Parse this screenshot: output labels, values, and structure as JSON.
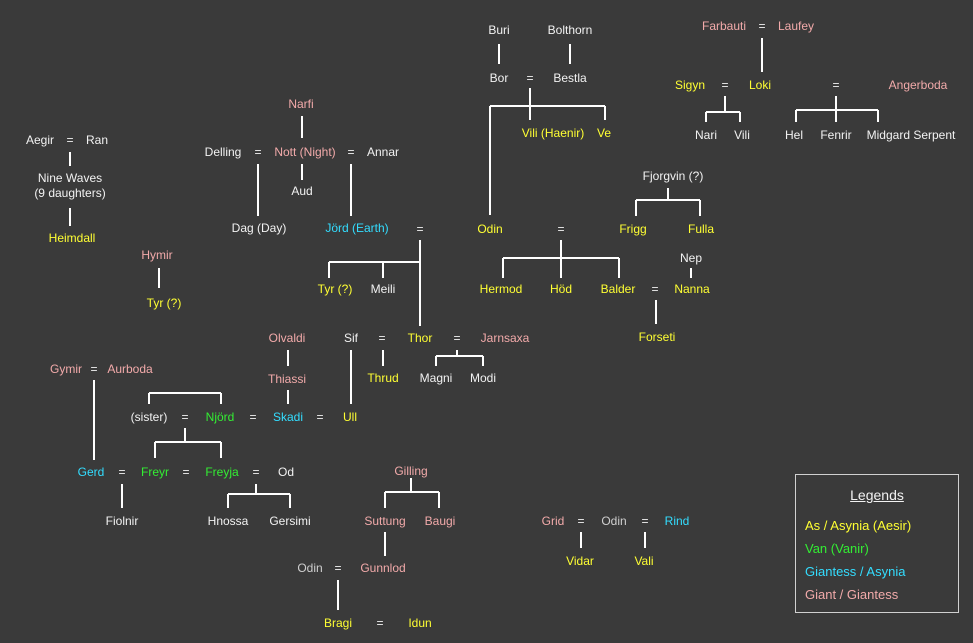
{
  "nodes": {
    "buri": "Buri",
    "bolthorn": "Bolthorn",
    "bor": "Bor",
    "bestla": "Bestla",
    "vili_haenir": "Vili (Haenir)",
    "ve": "Ve",
    "farbauti": "Farbauti",
    "laufey": "Laufey",
    "sigyn": "Sigyn",
    "loki": "Loki",
    "angerboda": "Angerboda",
    "nari": "Nari",
    "vili": "Vili",
    "hel": "Hel",
    "fenrir": "Fenrir",
    "midgard_serpent": "Midgard Serpent",
    "narfi": "Narfi",
    "delling": "Delling",
    "nott": "Nott (Night)",
    "annar": "Annar",
    "aud": "Aud",
    "dag": "Dag (Day)",
    "jord": "Jörd (Earth)",
    "aegir": "Aegir",
    "ran": "Ran",
    "nine_waves": "Nine Waves",
    "nine_daughters": "(9 daughters)",
    "heimdall": "Heimdall",
    "hymir": "Hymir",
    "tyr_q1": "Tyr (?)",
    "odin_main": "Odin",
    "fjorgvin": "Fjorgvin (?)",
    "frigg": "Frigg",
    "fulla": "Fulla",
    "hermod": "Hermod",
    "hod": "Höd",
    "balder": "Balder",
    "nep": "Nep",
    "nanna": "Nanna",
    "forseti": "Forseti",
    "tyr_q2": "Tyr (?)",
    "meili": "Meili",
    "olvaldi": "Olvaldi",
    "thiassi": "Thiassi",
    "sif": "Sif",
    "thor": "Thor",
    "jarnsaxa": "Jarnsaxa",
    "thrud": "Thrud",
    "magni": "Magni",
    "modi": "Modi",
    "gymir": "Gymir",
    "aurboda": "Aurboda",
    "sister": "(sister)",
    "njord": "Njörd",
    "skadi": "Skadi",
    "ull": "Ull",
    "gerd": "Gerd",
    "freyr": "Freyr",
    "freyja": "Freyja",
    "od": "Od",
    "fiolnir": "Fiolnir",
    "hnossa": "Hnossa",
    "gersimi": "Gersimi",
    "gilling": "Gilling",
    "suttung": "Suttung",
    "baugi": "Baugi",
    "odin_gunnlod": "Odin",
    "gunnlod": "Gunnlod",
    "bragi": "Bragi",
    "idun": "Idun",
    "grid": "Grid",
    "odin_grid": "Odin",
    "rind": "Rind",
    "vidar": "Vidar",
    "vali": "Vali"
  },
  "equals_sign": "=",
  "legend": {
    "title": "Legends",
    "items": [
      {
        "label": "As / Asynia (Aesir)",
        "color": "#ffff33"
      },
      {
        "label": "Van (Vanir)",
        "color": "#33ee33"
      },
      {
        "label": "Giantess / Asynia",
        "color": "#33ddff"
      },
      {
        "label": "Giant / Giantess",
        "color": "#f2aaaa"
      }
    ]
  },
  "colors": {
    "background": "#3a3a3a",
    "aesir": "#ffff33",
    "vanir": "#33ee33",
    "giantess_asynia": "#33ddff",
    "giant": "#f2aaaa",
    "neutral": "#f2f2f2"
  }
}
